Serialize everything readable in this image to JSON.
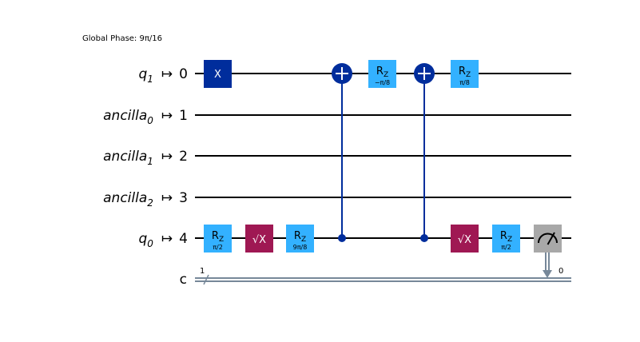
{
  "global_phase": "Global Phase: 9π/16",
  "colors": {
    "x_gate": "#002d9c",
    "rz_gate": "#33b1ff",
    "sx_gate": "#9f1853",
    "measure": "#a8a8a8",
    "control": "#002d9c",
    "classical": "#778899",
    "wire": "#000000"
  },
  "qubits": [
    {
      "name": "q",
      "sub": "1",
      "index": "0"
    },
    {
      "name": "ancilla",
      "sub": "0",
      "index": "1"
    },
    {
      "name": "ancilla",
      "sub": "1",
      "index": "2"
    },
    {
      "name": "ancilla",
      "sub": "2",
      "index": "3"
    },
    {
      "name": "q",
      "sub": "0",
      "index": "4"
    }
  ],
  "map_arrow": "↦",
  "classical": {
    "name": "c",
    "width": "1",
    "measure_bit": "0"
  },
  "gates": {
    "x": {
      "label": "X"
    },
    "rz1": {
      "label": "R",
      "sub": "Z",
      "param": "−π/8"
    },
    "rz2": {
      "label": "R",
      "sub": "Z",
      "param": "π/8"
    },
    "rz3": {
      "label": "R",
      "sub": "Z",
      "param": "π/2"
    },
    "sx1": {
      "label": "√X"
    },
    "rz4": {
      "label": "R",
      "sub": "Z",
      "param": "9π/8"
    },
    "sx2": {
      "label": "√X"
    },
    "rz5": {
      "label": "R",
      "sub": "Z",
      "param": "π/2"
    }
  }
}
